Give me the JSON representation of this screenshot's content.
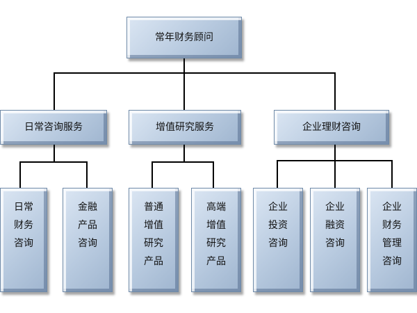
{
  "org_chart": {
    "root": "常年财务顾问",
    "branches": [
      {
        "label": "日常咨询服务",
        "children": [
          "日常\n财务\n咨询",
          "金融\n产品\n咨询"
        ]
      },
      {
        "label": "增值研究服务",
        "children": [
          "普通\n增值\n研究\n产品",
          "高端\n增值\n研究\n产品"
        ]
      },
      {
        "label": "企业理财咨询",
        "children": [
          "企业\n投资\n咨询",
          "企业\n融资\n咨询",
          "企业\n财务\n管理\n咨询"
        ]
      }
    ]
  }
}
